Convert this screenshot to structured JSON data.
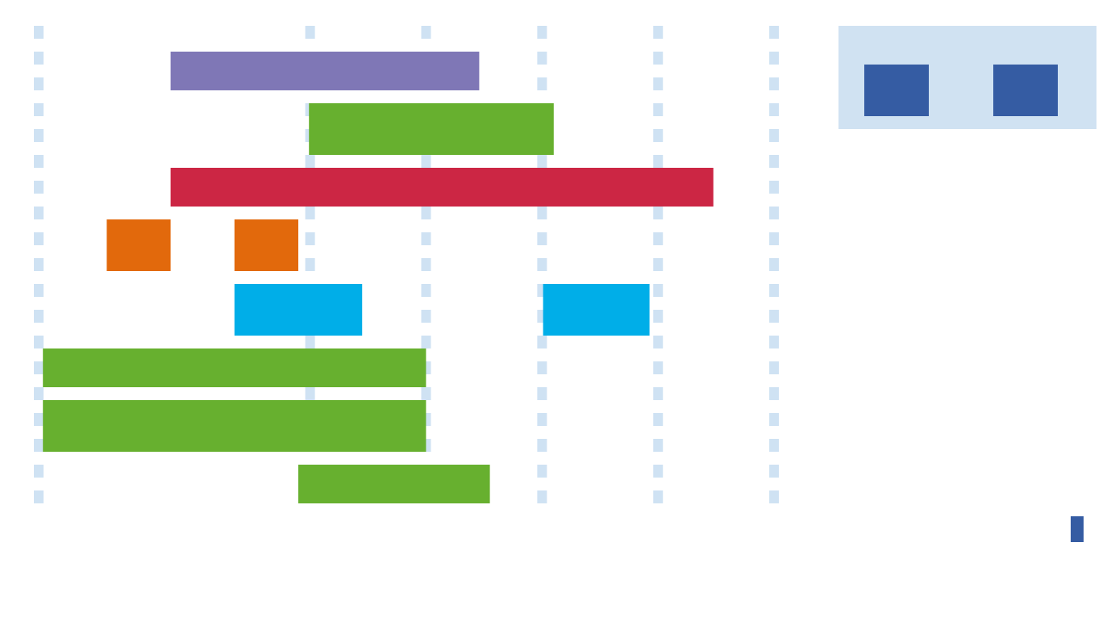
{
  "chart_data": {
    "type": "bar",
    "orientation": "horizontal-gantt",
    "title": "",
    "xlabel": "",
    "ylabel": "",
    "xlim": [
      0,
      100
    ],
    "grid": "vertical-dashed",
    "legend_placement": "top-right",
    "legend": [
      {
        "name": "",
        "color": "#355ca3"
      },
      {
        "name": "",
        "color": "#355ca3"
      }
    ],
    "x_tick_labels": [],
    "rows": [
      {
        "label": "",
        "color": "#7f77b6",
        "segments": [
          [
            13,
            42
          ]
        ]
      },
      {
        "label": "",
        "color": "#67b02f",
        "segments": [
          [
            26,
            49
          ]
        ]
      },
      {
        "label": "",
        "color": "#cc2644",
        "segments": [
          [
            13,
            64
          ]
        ]
      },
      {
        "label": "",
        "color": "#e2690c",
        "segments": [
          [
            7,
            13
          ],
          [
            19,
            25
          ]
        ]
      },
      {
        "label": "",
        "color": "#00aee8",
        "segments": [
          [
            19,
            31
          ],
          [
            48,
            58
          ]
        ]
      },
      {
        "label": "",
        "color": "#67b02f",
        "segments": [
          [
            1,
            37
          ]
        ]
      },
      {
        "label": "",
        "color": "#67b02f",
        "segments": [
          [
            1,
            37
          ]
        ]
      },
      {
        "label": "",
        "color": "#67b02f",
        "segments": [
          [
            25,
            43
          ]
        ]
      }
    ],
    "gridline_values": [
      0,
      25.5,
      36.4,
      47.3,
      58.2,
      69.1
    ]
  }
}
